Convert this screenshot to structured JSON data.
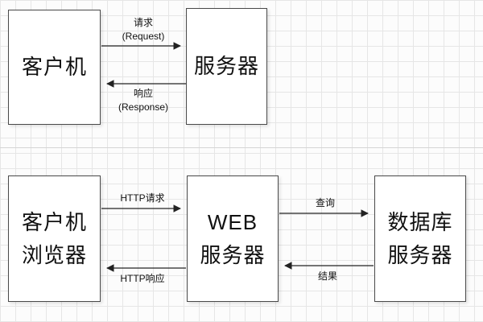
{
  "top": {
    "client": {
      "label": "客户机"
    },
    "server": {
      "label": "服务器"
    },
    "request": {
      "line1": "请求",
      "line2": "(Request)"
    },
    "response": {
      "line1": "响应",
      "line2": "(Response)"
    }
  },
  "bottom": {
    "browser": {
      "line1": "客户机",
      "line2": "浏览器"
    },
    "web": {
      "line1": "WEB",
      "line2": "服务器"
    },
    "db": {
      "line1": "数据库",
      "line2": "服务器"
    },
    "http_request": {
      "label": "HTTP请求"
    },
    "http_response": {
      "label": "HTTP响应"
    },
    "query": {
      "label": "查询"
    },
    "result": {
      "label": "结果"
    }
  },
  "colors": {
    "line": "#222222",
    "box_border": "#4a4a4a",
    "grid": "#e6e6e6"
  }
}
